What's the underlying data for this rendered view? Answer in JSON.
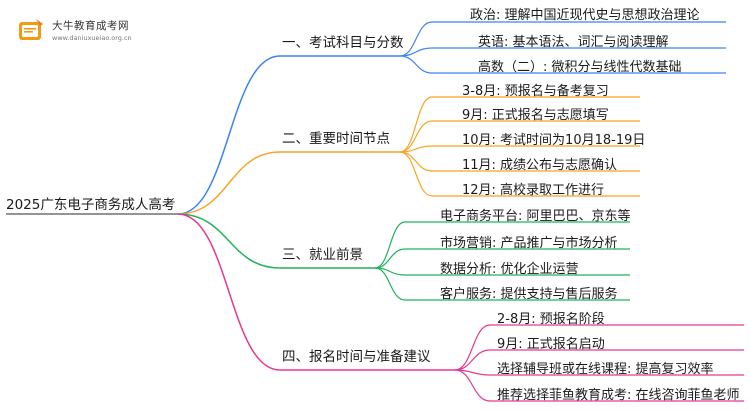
{
  "logo": {
    "title": "大牛教育成考网",
    "url": "www.daniuxueiao.org.cn"
  },
  "root": {
    "label": "2025广东电子商务成人高考"
  },
  "colors": {
    "blue": "#3b82f6",
    "orange": "#f5a524",
    "green": "#22b35e",
    "pink": "#e6398f",
    "logo_orange": "#f39c12"
  },
  "branches": [
    {
      "label": "一、考试科目与分数",
      "color": "blue",
      "leaves": [
        "政治: 理解中国近现代史与思想政治理论",
        "英语: 基本语法、词汇与阅读理解",
        "高数（二）: 微积分与线性代数基础"
      ]
    },
    {
      "label": "二、重要时间节点",
      "color": "orange",
      "leaves": [
        "3-8月: 预报名与备考复习",
        "9月: 正式报名与志愿填写",
        "10月: 考试时间为10月18-19日",
        "11月: 成绩公布与志愿确认",
        "12月: 高校录取工作进行"
      ]
    },
    {
      "label": "三、就业前景",
      "color": "green",
      "leaves": [
        "电子商务平台: 阿里巴巴、京东等",
        "市场营销: 产品推广与市场分析",
        "数据分析: 优化企业运营",
        "客户服务: 提供支持与售后服务"
      ]
    },
    {
      "label": "四、报名时间与准备建议",
      "color": "pink",
      "leaves": [
        "2-8月: 预报名阶段",
        "9月: 正式报名启动",
        "选择辅导班或在线课程: 提高复习效率",
        "推荐选择菲鱼教育成考: 在线咨询菲鱼老师"
      ]
    }
  ]
}
